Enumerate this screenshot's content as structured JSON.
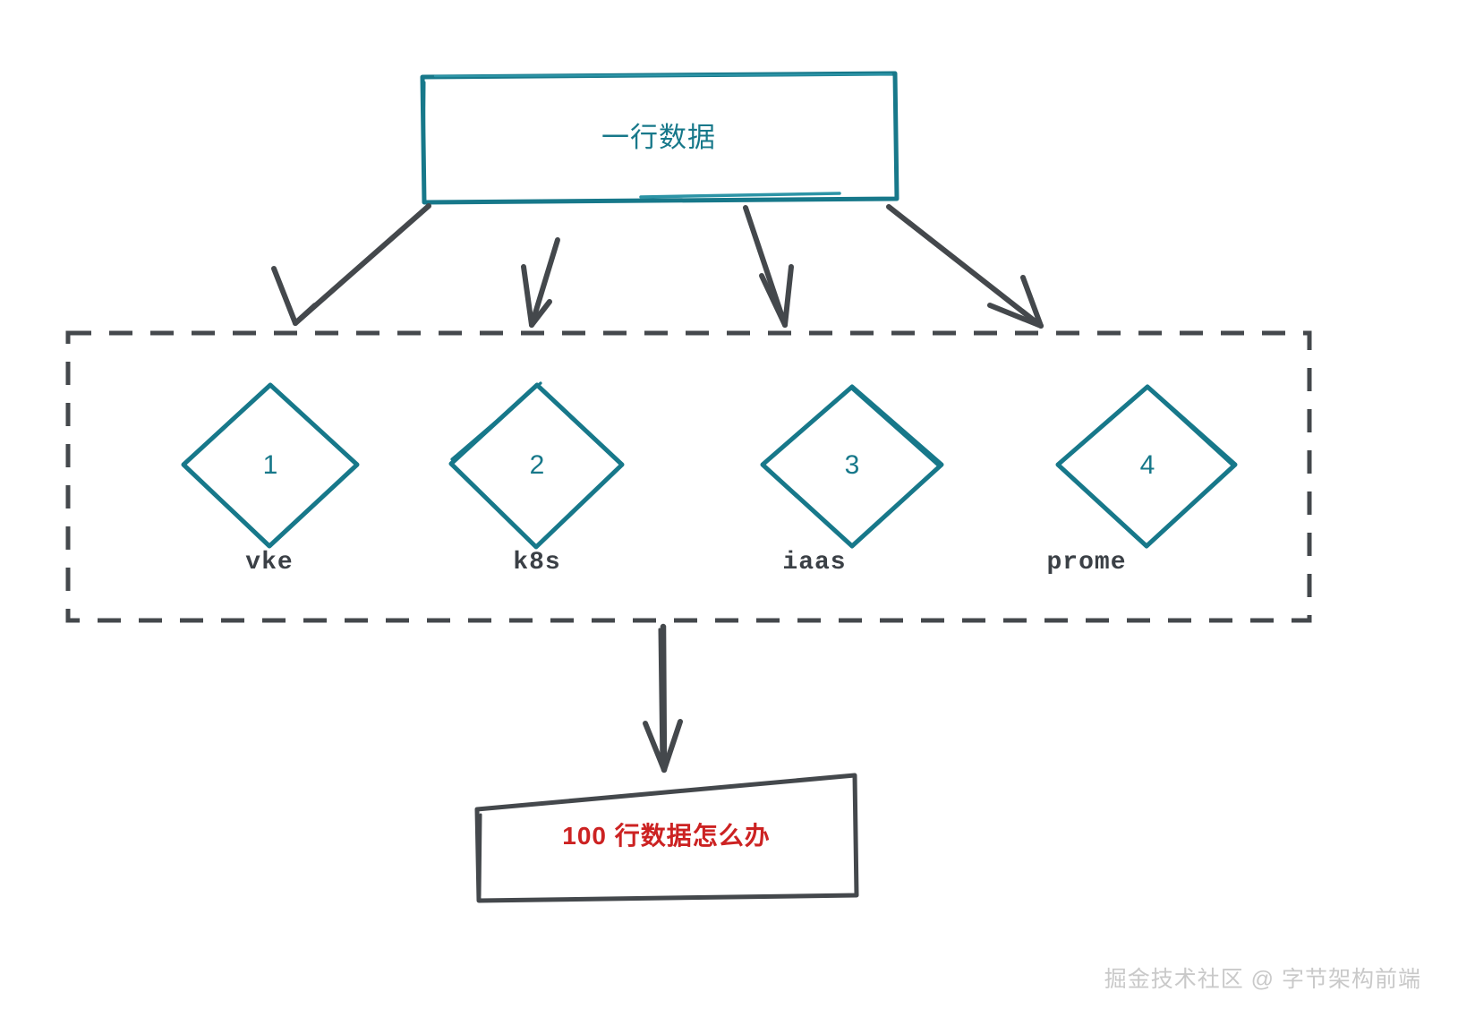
{
  "diagram": {
    "title": "一行数据 fan-out to 4 sources",
    "colors": {
      "teal": "#17788a",
      "ink": "#44484c",
      "red": "#cc2222",
      "watermark": "#c9c9c9",
      "background": "#ffffff"
    },
    "top_box": {
      "label": "一行数据"
    },
    "group": {
      "items": [
        {
          "number": "1",
          "label": "vke"
        },
        {
          "number": "2",
          "label": "k8s"
        },
        {
          "number": "3",
          "label": "iaas"
        },
        {
          "number": "4",
          "label": "prome"
        }
      ]
    },
    "bottom_box": {
      "label": "100 行数据怎么办"
    },
    "watermark": {
      "text": "掘金技术社区 @ 字节架构前端"
    }
  }
}
